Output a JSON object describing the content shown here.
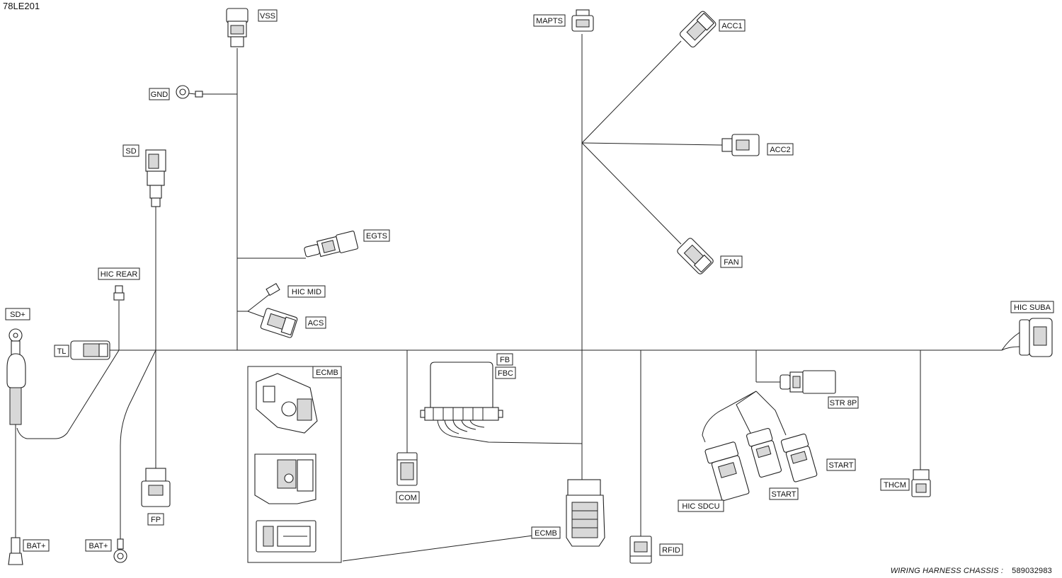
{
  "diagram": {
    "ref_code": "78LE201",
    "footer_title": "WIRING HARNESS  CHASSIS :",
    "footer_number": "589032983",
    "labels": {
      "vss": "VSS",
      "gnd": "GND",
      "sd": "SD",
      "egts": "EGTS",
      "hic_mid": "HIC  MID",
      "acs": "ACS",
      "hic_rear": "HIC  REAR",
      "sd_plus": "SD+",
      "tl": "TL",
      "bat_plus_1": "BAT+",
      "bat_plus_2": "BAT+",
      "fp": "FP",
      "ecmb_box": "ECMB",
      "com": "COM",
      "fb": "FB",
      "fbc": "FBC",
      "mapts": "MAPTS",
      "acc1": "ACC1",
      "acc2": "ACC2",
      "fan": "FAN",
      "ecmb": "ECMB",
      "rfid": "RFID",
      "str_8p": "STR 8P",
      "start_1": "START",
      "start_2": "START",
      "hic_sdcu": "HIC  SDCU",
      "thcm": "THCM",
      "hic_suba": "HIC  SUBA"
    }
  }
}
